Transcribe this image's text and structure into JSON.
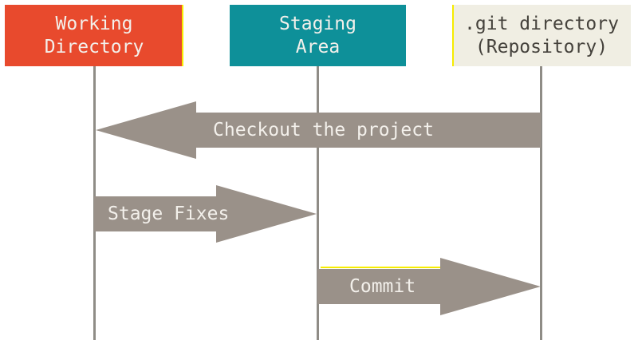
{
  "diagram": {
    "columns": [
      {
        "id": "working-directory",
        "label": "Working\nDirectory"
      },
      {
        "id": "staging-area",
        "label": "Staging\nArea"
      },
      {
        "id": "git-directory",
        "label": ".git directory\n(Repository)"
      }
    ],
    "arrows": [
      {
        "id": "checkout",
        "label": "Checkout the project",
        "direction": "left",
        "from": "git-directory",
        "to": "working-directory"
      },
      {
        "id": "stage-fixes",
        "label": "Stage Fixes",
        "direction": "right",
        "from": "working-directory",
        "to": "staging-area"
      },
      {
        "id": "commit",
        "label": "Commit",
        "direction": "right",
        "from": "staging-area",
        "to": "git-directory"
      }
    ]
  },
  "colors": {
    "background": "#ffffff",
    "working_directory_box": "#e84a2d",
    "staging_area_box": "#0e9099",
    "git_directory_box": "#f0eee3",
    "git_directory_text": "#45423c",
    "box_text_light": "#f3f0eb",
    "arrow": "#9a9189",
    "arrow_text": "#f3f0eb",
    "lifeline": "#8f8c86",
    "accent_yellow": "#f6ec00"
  }
}
